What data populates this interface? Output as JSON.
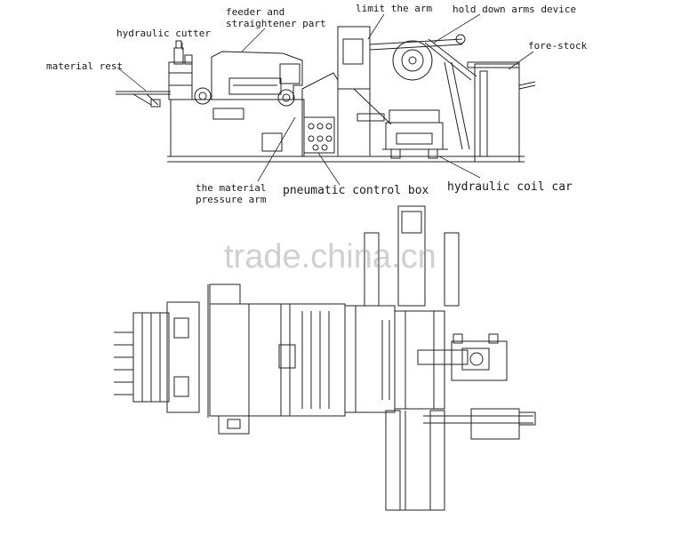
{
  "labels": {
    "feeder": "feeder and\nstraightener part",
    "limit_arm": "limit the arm",
    "hold_down": "hold down arms device",
    "hydraulic_cutter": "hydraulic cutter",
    "fore_stock": "fore-stock",
    "material_rest": "material rest",
    "pressure_arm": "the material\npressure arm",
    "pneumatic_box": "pneumatic control box",
    "coil_car": "hydraulic coil car"
  },
  "watermark": "trade.china.cn",
  "colors": {
    "line": "#222222",
    "text": "#1a1a1a"
  }
}
